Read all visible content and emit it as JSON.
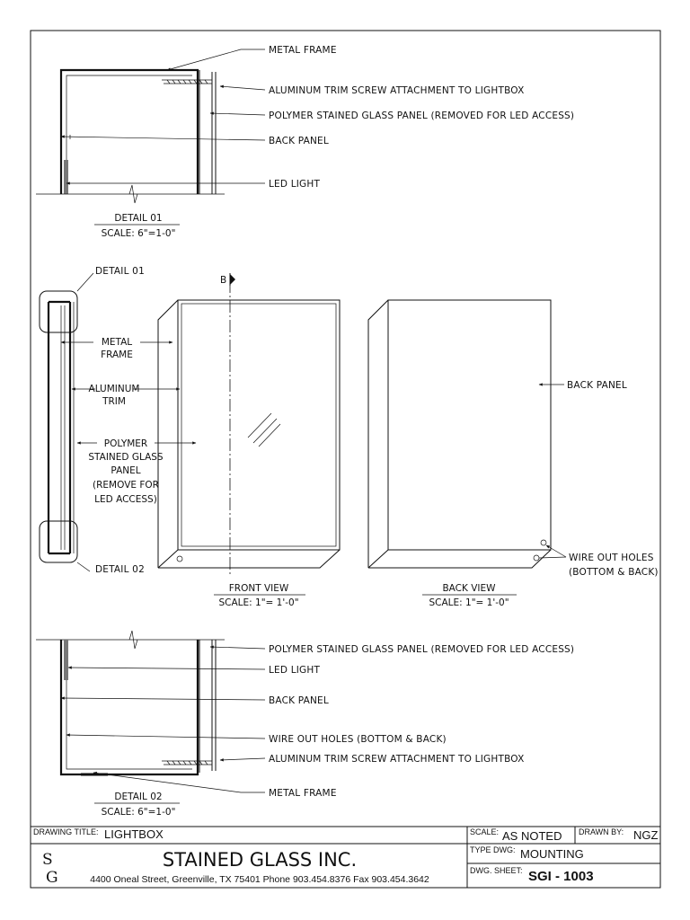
{
  "detail01": {
    "labels": [
      "METAL FRAME",
      "ALUMINUM TRIM SCREW ATTACHMENT TO LIGHTBOX",
      "POLYMER STAINED GLASS PANEL (REMOVED FOR LED ACCESS)",
      "BACK PANEL",
      "LED LIGHT"
    ],
    "title": "DETAIL 01",
    "scale": "SCALE: 6\"=1-0\""
  },
  "section": {
    "detail_top": "DETAIL 01",
    "detail_bottom": "DETAIL 02",
    "metal_frame": [
      "METAL",
      "FRAME"
    ],
    "aluminum_trim": [
      "ALUMINUM",
      "TRIM"
    ],
    "polymer": [
      "POLYMER",
      "STAINED GLASS",
      "PANEL",
      "(REMOVE FOR",
      "LED ACCESS)"
    ]
  },
  "front_view": {
    "section_mark": "B",
    "title": "FRONT VIEW",
    "scale": "SCALE: 1\"= 1'-0\""
  },
  "back_view": {
    "back_panel": "BACK PANEL",
    "wire_holes": [
      "WIRE OUT HOLES",
      "(BOTTOM & BACK)"
    ],
    "title": "BACK VIEW",
    "scale": "SCALE: 1\"= 1'-0\""
  },
  "detail02": {
    "labels": [
      "POLYMER STAINED GLASS PANEL (REMOVED FOR LED ACCESS)",
      "LED LIGHT",
      "BACK PANEL",
      "WIRE OUT HOLES (BOTTOM & BACK)",
      "ALUMINUM TRIM SCREW ATTACHMENT TO LIGHTBOX",
      "METAL FRAME"
    ],
    "title": "DETAIL 02",
    "scale": "SCALE: 6\"=1-0\""
  },
  "title_block": {
    "drawing_title_label": "DRAWING TITLE:",
    "drawing_title": "LIGHTBOX",
    "scale_label": "SCALE:",
    "scale_value": "AS NOTED",
    "drawn_by_label": "DRAWN BY:",
    "drawn_by": "NGZ",
    "type_label": "TYPE DWG:",
    "type_value": "MOUNTING",
    "sheet_label": "DWG. SHEET:",
    "sheet_value": "SGI - 1003",
    "company": "STAINED GLASS INC.",
    "address": "4400 Oneal Street, Greenville, TX  75401 Phone 903.454.8376  Fax 903.454.3642",
    "logo_top": "S",
    "logo_bottom": "G"
  }
}
